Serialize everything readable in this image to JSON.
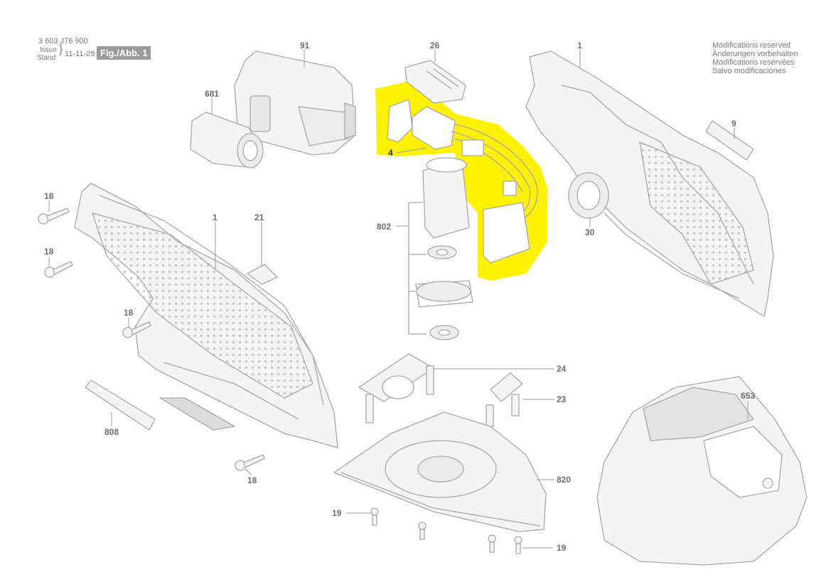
{
  "header": {
    "doc_number": "3 603 J76 900",
    "issue_label": "Issue",
    "stand_label": "Stand",
    "issue_date": "11-11-29",
    "figure_label": "Fig./Abb. 1"
  },
  "modifications": [
    "Modifications reserved",
    "Änderungen vorbehalten",
    "Modifications resérvées",
    "Salvo modificaciones"
  ],
  "part_labels": {
    "p91": "91",
    "p26": "26",
    "p1_top": "1",
    "p681": "681",
    "p9": "9",
    "p4": "4",
    "p18_a": "18",
    "p1_left": "1",
    "p21": "21",
    "p802": "802",
    "p30": "30",
    "p18_b": "18",
    "p18_c": "18",
    "p24": "24",
    "p23": "23",
    "p653": "653",
    "p808": "808",
    "p820": "820",
    "p18_d": "18",
    "p19_a": "19",
    "p19_b": "19"
  },
  "colors": {
    "highlight": "#fff200",
    "line": "#a8a8a8",
    "fill": "#f4f4f4"
  }
}
